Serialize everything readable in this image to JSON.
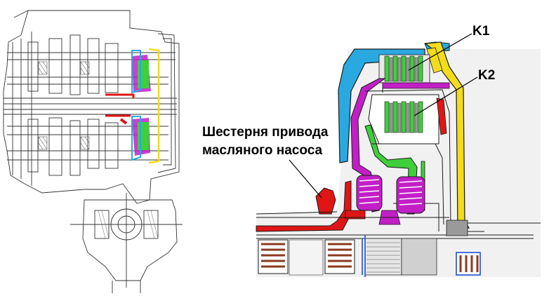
{
  "labels": {
    "k1": "K1",
    "k2": "K2",
    "pump_line1": "Шестерня привода",
    "pump_line2": "масляного насоса"
  },
  "colors": {
    "outline": "#1a1a1a",
    "housing_cyan": "#2aa9e0",
    "outer_drum_yellow": "#f2dc1b",
    "inner_drum_magenta": "#c21fc6",
    "clutch_green": "#3fcf3a",
    "oil_pump_red": "#e01515",
    "bearing_brown": "#8b3a1f",
    "bearing_blue": "#1f4fd0"
  },
  "icons": [
    "transmission-cross-section",
    "clutch-detail-cross-section"
  ]
}
